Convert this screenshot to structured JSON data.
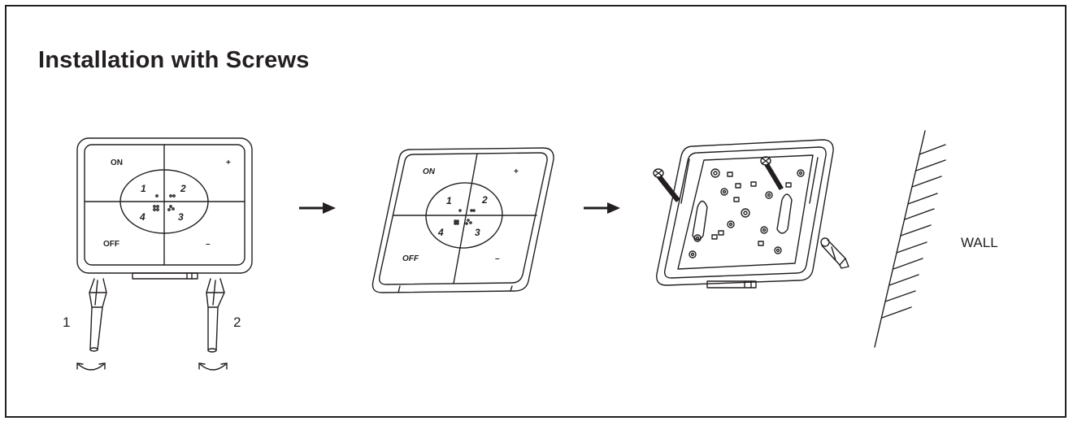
{
  "title": "Installation with Screws",
  "switch_front": {
    "on": "ON",
    "off": "OFF",
    "plus": "+",
    "minus": "–",
    "zones": [
      "1",
      "2",
      "3",
      "4"
    ]
  },
  "steps": [
    "1",
    "2"
  ],
  "wall_label": "WALL",
  "colors": {
    "ink": "#231f20",
    "background": "#ffffff"
  },
  "icons": [
    "screwdriver-icon",
    "rotate-arrows-icon",
    "right-arrow-icon",
    "screw-icon",
    "wall-anchor-icon"
  ]
}
